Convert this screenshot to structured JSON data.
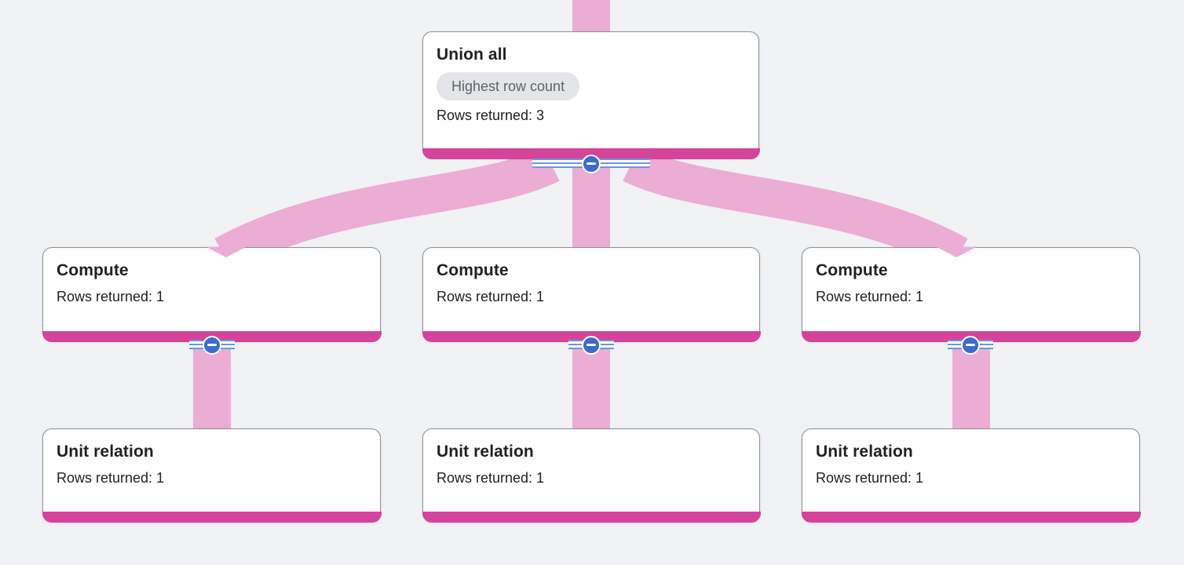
{
  "diagram": {
    "kind": "query-execution-graph",
    "colors": {
      "background": "#f0f2f4",
      "accent_bar": "#d6439b",
      "edge_flow": "#ecadd4",
      "collapse_button_blue": "#3a6bd2",
      "stripe_line_blue": "#6e96da",
      "badge_bg": "#e3e5e8",
      "badge_text": "#5f6368",
      "card_border": "#8d9196",
      "title_text": "#202124"
    }
  },
  "nodes": {
    "union": {
      "title": "Union all",
      "badge": "Highest row count",
      "rows": "Rows returned: 3"
    },
    "compute1": {
      "title": "Compute",
      "rows": "Rows returned: 1"
    },
    "compute2": {
      "title": "Compute",
      "rows": "Rows returned: 1"
    },
    "compute3": {
      "title": "Compute",
      "rows": "Rows returned: 1"
    },
    "unit1": {
      "title": "Unit relation",
      "rows": "Rows returned: 1"
    },
    "unit2": {
      "title": "Unit relation",
      "rows": "Rows returned: 1"
    },
    "unit3": {
      "title": "Unit relation",
      "rows": "Rows returned: 1"
    }
  },
  "edges": [
    {
      "from": "offscreen-top",
      "to": "union"
    },
    {
      "from": "union",
      "to": "compute1"
    },
    {
      "from": "union",
      "to": "compute2"
    },
    {
      "from": "union",
      "to": "compute3"
    },
    {
      "from": "compute1",
      "to": "unit1"
    },
    {
      "from": "compute2",
      "to": "unit2"
    },
    {
      "from": "compute3",
      "to": "unit3"
    }
  ],
  "icons": {
    "collapse": "minus-in-circle"
  }
}
